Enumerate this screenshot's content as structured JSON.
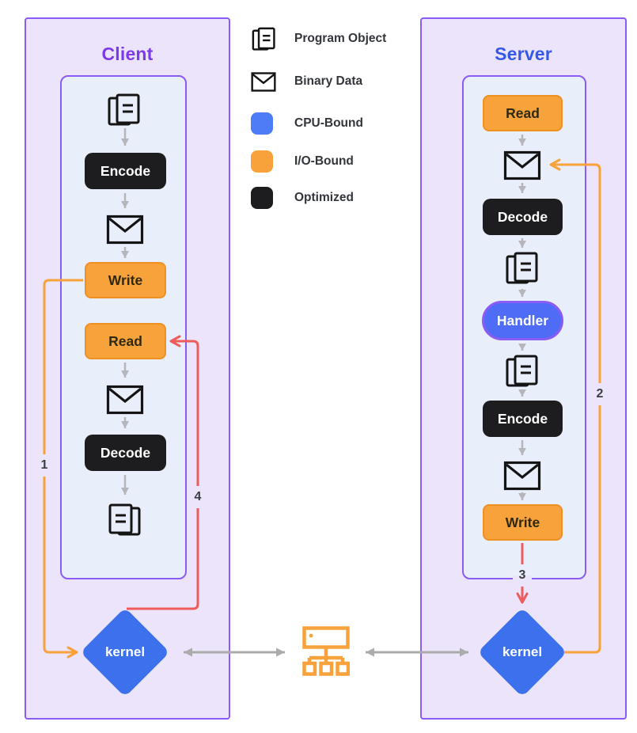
{
  "client": {
    "title": "Client",
    "flow": [
      {
        "type": "program-object"
      },
      {
        "type": "optimized",
        "label": "Encode"
      },
      {
        "type": "binary-data"
      },
      {
        "type": "io-bound",
        "label": "Write"
      },
      {
        "type": "io-bound",
        "label": "Read"
      },
      {
        "type": "binary-data"
      },
      {
        "type": "optimized",
        "label": "Decode"
      },
      {
        "type": "program-object"
      }
    ],
    "kernel": "kernel"
  },
  "server": {
    "title": "Server",
    "flow": [
      {
        "type": "io-bound",
        "label": "Read"
      },
      {
        "type": "binary-data"
      },
      {
        "type": "optimized",
        "label": "Decode"
      },
      {
        "type": "program-object"
      },
      {
        "type": "cpu-bound",
        "label": "Handler"
      },
      {
        "type": "program-object"
      },
      {
        "type": "optimized",
        "label": "Encode"
      },
      {
        "type": "binary-data"
      },
      {
        "type": "io-bound",
        "label": "Write"
      }
    ],
    "kernel": "kernel"
  },
  "legend": {
    "items": [
      {
        "icon": "program-object-icon",
        "label": "Program Object"
      },
      {
        "icon": "binary-data-icon",
        "label": "Binary Data"
      },
      {
        "icon": "cpu-bound-swatch",
        "label": "CPU-Bound",
        "color": "#4d7cf6"
      },
      {
        "icon": "io-bound-swatch",
        "label": "I/O-Bound",
        "color": "#f7a23b"
      },
      {
        "icon": "optimized-swatch",
        "label": "Optimized",
        "color": "#1d1d1f"
      }
    ]
  },
  "connectors": {
    "client_write_to_kernel": {
      "label": "1",
      "color": "#f7a23b"
    },
    "client_kernel_to_read": {
      "label": "4",
      "color": "#ee5c5c"
    },
    "server_kernel_to_binary": {
      "label": "2",
      "color": "#f7a23b"
    },
    "server_write_to_kernel": {
      "label": "3",
      "color": "#ee5c5c"
    }
  },
  "colors": {
    "panel_border": "#8a5cf5",
    "panel_bg": "#ece4fa",
    "inner_panel_bg": "#e9eefb",
    "client_title": "#7c3aed",
    "server_title": "#3558e8",
    "cpu_bound": "#4d7cf6",
    "io_bound": "#f7a23b",
    "optimized": "#1d1d1f",
    "kernel_fill": "#3d70ec",
    "flow_arrow_gray": "#b6b6ba",
    "network_arrow_gray": "#ababab"
  }
}
